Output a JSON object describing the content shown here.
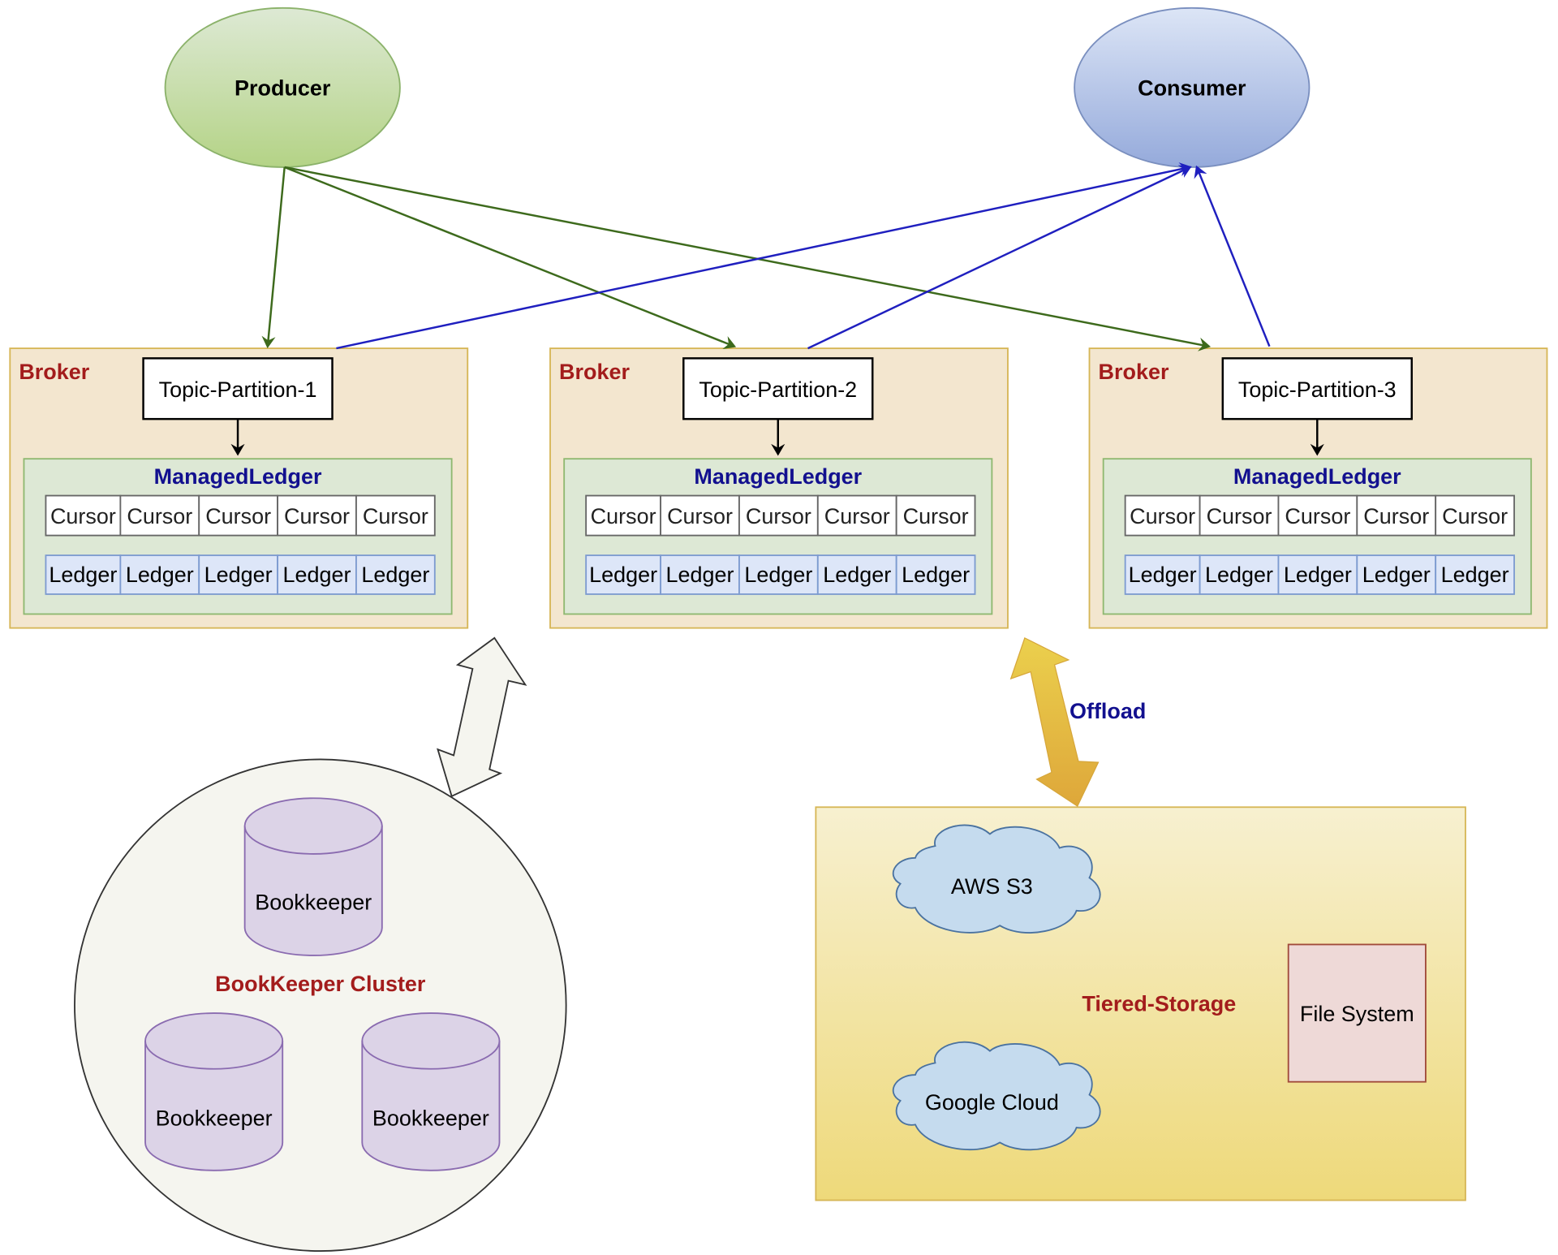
{
  "nodes": {
    "producer": {
      "label": "Producer",
      "color": "#b9d58f"
    },
    "consumer": {
      "label": "Consumer",
      "color": "#a3b6e0"
    }
  },
  "brokers": [
    {
      "label": "Broker",
      "partition": "Topic-Partition-1",
      "ledger_title": "ManagedLedger",
      "cursors": [
        "Cursor",
        "Cursor",
        "Cursor",
        "Cursor",
        "Cursor"
      ],
      "ledgers": [
        "Ledger",
        "Ledger",
        "Ledger",
        "Ledger",
        "Ledger"
      ]
    },
    {
      "label": "Broker",
      "partition": "Topic-Partition-2",
      "ledger_title": "ManagedLedger",
      "cursors": [
        "Cursor",
        "Cursor",
        "Cursor",
        "Cursor",
        "Cursor"
      ],
      "ledgers": [
        "Ledger",
        "Ledger",
        "Ledger",
        "Ledger",
        "Ledger"
      ]
    },
    {
      "label": "Broker",
      "partition": "Topic-Partition-3",
      "ledger_title": "ManagedLedger",
      "cursors": [
        "Cursor",
        "Cursor",
        "Cursor",
        "Cursor",
        "Cursor"
      ],
      "ledgers": [
        "Ledger",
        "Ledger",
        "Ledger",
        "Ledger",
        "Ledger"
      ]
    }
  ],
  "bookkeeper": {
    "cluster_label": "BookKeeper Cluster",
    "nodes": [
      "Bookkeeper",
      "Bookkeeper",
      "Bookkeeper"
    ]
  },
  "tiered_storage": {
    "label": "Tiered-Storage",
    "offload_label": "Offload",
    "aws": "AWS S3",
    "google": "Google Cloud",
    "filesystem": "File System"
  },
  "colors": {
    "producer_edge": "#3d6a1c",
    "consumer_edge": "#1f1fbf",
    "broker_label": "#a31c1c",
    "ledger_title": "#12108f",
    "cluster_label": "#a31c1c",
    "offload_label": "#12108f"
  }
}
